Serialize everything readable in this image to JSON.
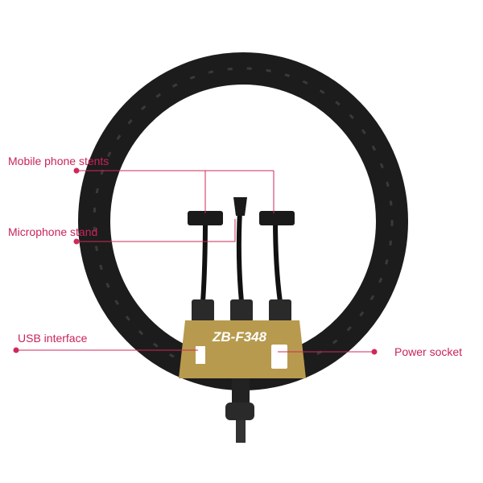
{
  "labels": {
    "phone": "Mobile phone stents",
    "mic": "Microphone stand",
    "usb": "USB interface",
    "power": "Power socket"
  },
  "device": {
    "model": "ZB-F348"
  },
  "colors": {
    "accent": "#d0285a",
    "panel": "#b89a4e",
    "ring": "#1c1c1c"
  }
}
